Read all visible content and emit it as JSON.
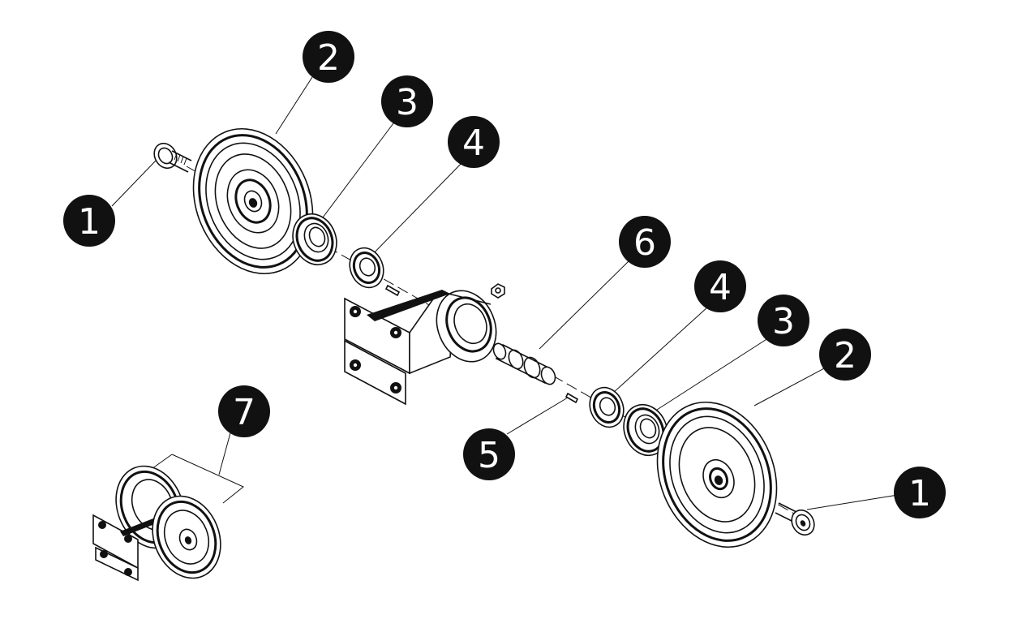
{
  "diagram": {
    "callouts": [
      {
        "id": "c1a",
        "label": "1"
      },
      {
        "id": "c2a",
        "label": "2"
      },
      {
        "id": "c3a",
        "label": "3"
      },
      {
        "id": "c4a",
        "label": "4"
      },
      {
        "id": "c6",
        "label": "6"
      },
      {
        "id": "c4b",
        "label": "4"
      },
      {
        "id": "c3b",
        "label": "3"
      },
      {
        "id": "c2b",
        "label": "2"
      },
      {
        "id": "c1b",
        "label": "1"
      },
      {
        "id": "c5",
        "label": "5"
      },
      {
        "id": "c7",
        "label": "7"
      }
    ]
  },
  "colors": {
    "line": "#111111",
    "callout_fill": "#111111",
    "callout_text": "#ffffff",
    "background": "#ffffff"
  }
}
